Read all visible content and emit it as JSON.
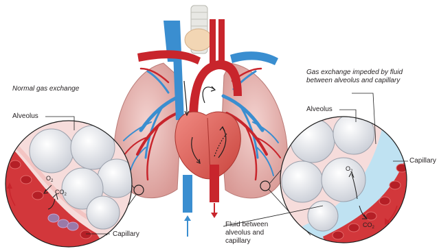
{
  "labels": {
    "normal_gas_exchange": "Normal gas exchange",
    "impeded_caption": "Gas exchange impeded by fluid between alveolus and capillary",
    "alveolus_left": "Alveolus",
    "alveolus_right": "Alveolus",
    "capillary_left": "Capillary",
    "capillary_right": "Capillary",
    "fluid_between": "Fluid between alveolus and capillary",
    "o2_left": "O",
    "o2_left_sub": "2",
    "co2_left": "CO",
    "co2_left_sub": "2",
    "o2_right": "O",
    "o2_right_sub": "2",
    "co2_right": "CO",
    "co2_right_sub": "2"
  },
  "colors": {
    "artery_red": "#c8252c",
    "vein_blue": "#3a8ed0",
    "lung_pink": "#e9b9b6",
    "alveolus_gray": "#e3e6ec",
    "fluid_blue": "#bfe2f2",
    "heart_pink": "#e66d66"
  }
}
